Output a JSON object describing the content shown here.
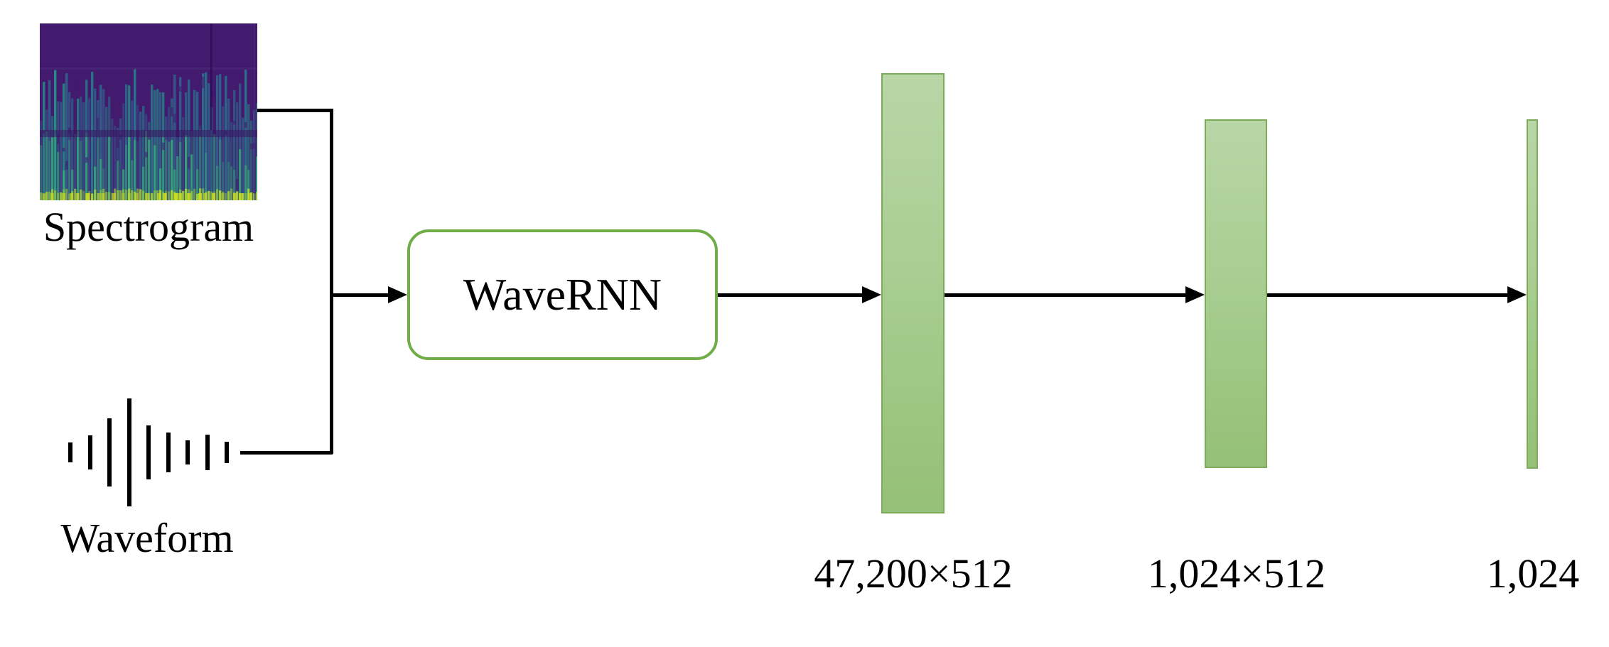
{
  "figure": {
    "inputs": {
      "spectrogram": {
        "label": "Spectrogram",
        "icon": "spectrogram-thumbnail"
      },
      "waveform": {
        "label": "Waveform",
        "icon": "waveform-icon"
      }
    },
    "model_box": {
      "label": "WaveRNN"
    },
    "tensors": [
      {
        "label": "47,200×512"
      },
      {
        "label": "1,024×512"
      },
      {
        "label": "1,024"
      }
    ],
    "waveform_icon": {
      "bar_heights": [
        28,
        48,
        96,
        152,
        76,
        56,
        34,
        50,
        30
      ]
    },
    "colors": {
      "connector_black": "#000000",
      "box_border_green": "#70ad47",
      "bar_fill_top": "#b8d6a6",
      "bar_fill_bottom": "#95c077",
      "bar_border_green": "#7dab5a",
      "spectrogram_bg_purple": "#421a6e",
      "spectrogram_teal": "#2a788e",
      "spectrogram_green": "#35b779",
      "spectrogram_yellow": "#a5db36"
    }
  }
}
